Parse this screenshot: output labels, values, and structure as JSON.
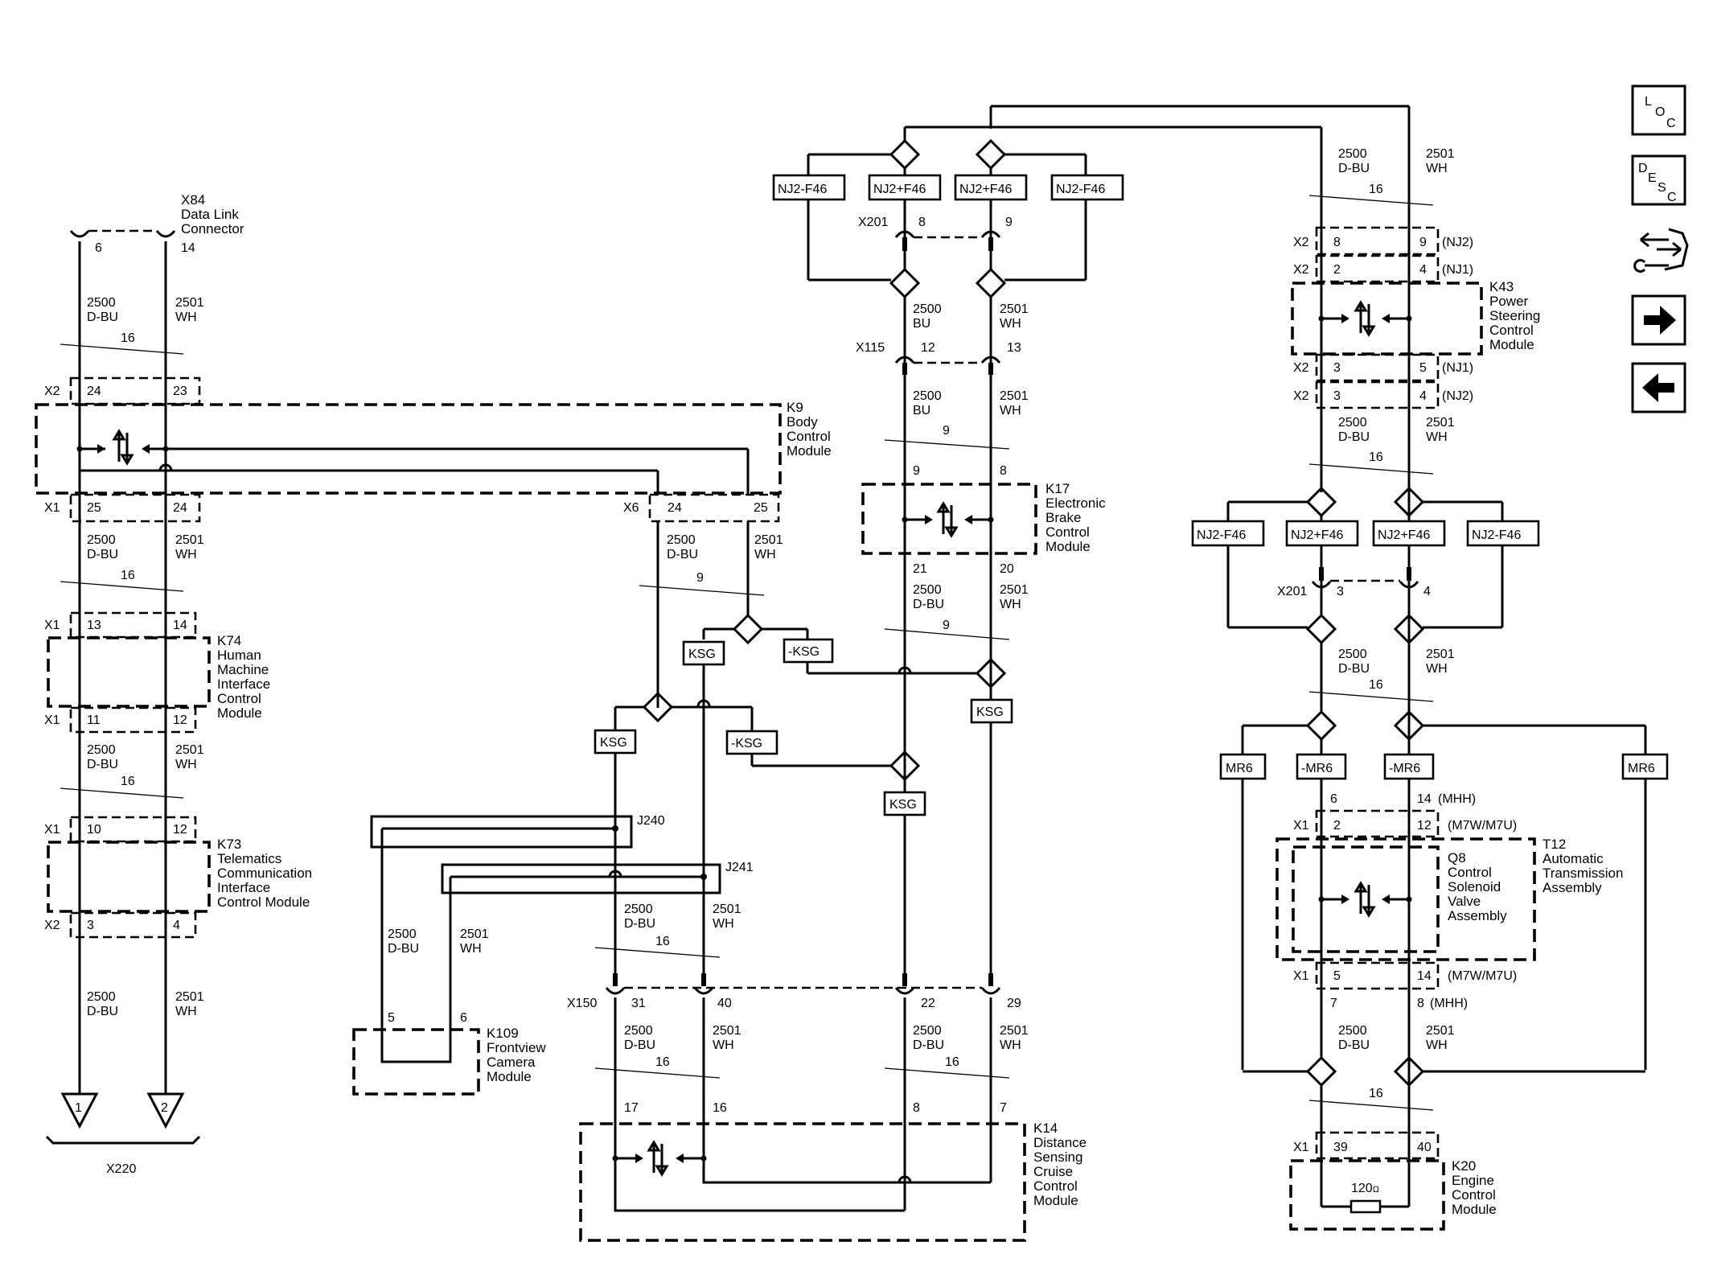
{
  "nav_icons": [
    {
      "name": "loc-icon",
      "letters": [
        "L",
        "O",
        "C"
      ]
    },
    {
      "name": "desc-icon",
      "letters": [
        "D",
        "E",
        "S",
        "C"
      ]
    },
    {
      "name": "connector-wrench-icon"
    },
    {
      "name": "arrow-right-icon"
    },
    {
      "name": "arrow-left-icon"
    }
  ],
  "wire_labels": {
    "a_code": "2500",
    "b_code": "2501",
    "a_color": "D-BU",
    "a_color_alt": "BU",
    "b_color": "WH",
    "gauge": "16",
    "gauge_alt": "9"
  },
  "option_boxes": {
    "nj_minus": "NJ2-F46",
    "nj_plus": "NJ2+F46",
    "ksg": "KSG",
    "ksg_minus": "-KSG",
    "mr6": "MR6",
    "mr6_minus": "-MR6"
  },
  "components": {
    "x84": "X84\nData Link\nConnector",
    "k9": "K9\nBody\nControl\nModule",
    "k74": "K74\nHuman\nMachine\nInterface\nControl\nModule",
    "k73": "K73\nTelematics\nCommunication\nInterface\nControl Module",
    "k109": "K109\nFrontview\nCamera\nModule",
    "k17": "K17\nElectronic\nBrake\nControl\nModule",
    "k14": "K14\nDistance\nSensing\nCruise\nControl\nModule",
    "k43": "K43\nPower\nSteering\nControl\nModule",
    "t12": "T12\nAutomatic\nTransmission\nAssembly",
    "q8": "Q8\nControl\nSolenoid\nValve\nAssembly",
    "k20": "K20\nEngine\nControl\nModule",
    "x220": "X220"
  },
  "connectors": {
    "x1": "X1",
    "x2": "X2",
    "x6": "X6",
    "x201": "X201",
    "x115": "X115",
    "x150": "X150",
    "j240": "J240",
    "j241": "J241"
  },
  "resistor": "120",
  "resistor_unit": "Ω",
  "grounds": [
    "1",
    "2"
  ],
  "options": {
    "nj2": "(NJ2)",
    "nj1": "(NJ1)",
    "mhh": "(MHH)",
    "m7w": "(M7W/M7U)"
  },
  "pins": {
    "x84": [
      "6",
      "14"
    ],
    "k9_x2": [
      "24",
      "23"
    ],
    "k9_x1": [
      "25",
      "24"
    ],
    "k9_x6": [
      "24",
      "25"
    ],
    "k74_top": [
      "13",
      "14"
    ],
    "k74_bot": [
      "11",
      "12"
    ],
    "k73_top": [
      "10",
      "12"
    ],
    "k73_bot": [
      "3",
      "4"
    ],
    "x201_top": [
      "8",
      "9"
    ],
    "x115": [
      "12",
      "13"
    ],
    "k17_top": [
      "9",
      "8"
    ],
    "k17_bot": [
      "21",
      "20"
    ],
    "k109": [
      "5",
      "6"
    ],
    "x150": [
      "31",
      "40",
      "22",
      "29"
    ],
    "k14": [
      "17",
      "16",
      "8",
      "7"
    ],
    "k43_1": [
      "8",
      "9"
    ],
    "k43_2": [
      "2",
      "4"
    ],
    "k43_3": [
      "3",
      "5"
    ],
    "k43_4": [
      "3",
      "4"
    ],
    "x201_right": [
      "3",
      "4"
    ],
    "t12_sp": [
      "6",
      "14"
    ],
    "t12_top": [
      "2",
      "12"
    ],
    "t12_bot": [
      "5",
      "14"
    ],
    "t12_sp2": [
      "7",
      "8"
    ],
    "k20": [
      "39",
      "40"
    ]
  }
}
